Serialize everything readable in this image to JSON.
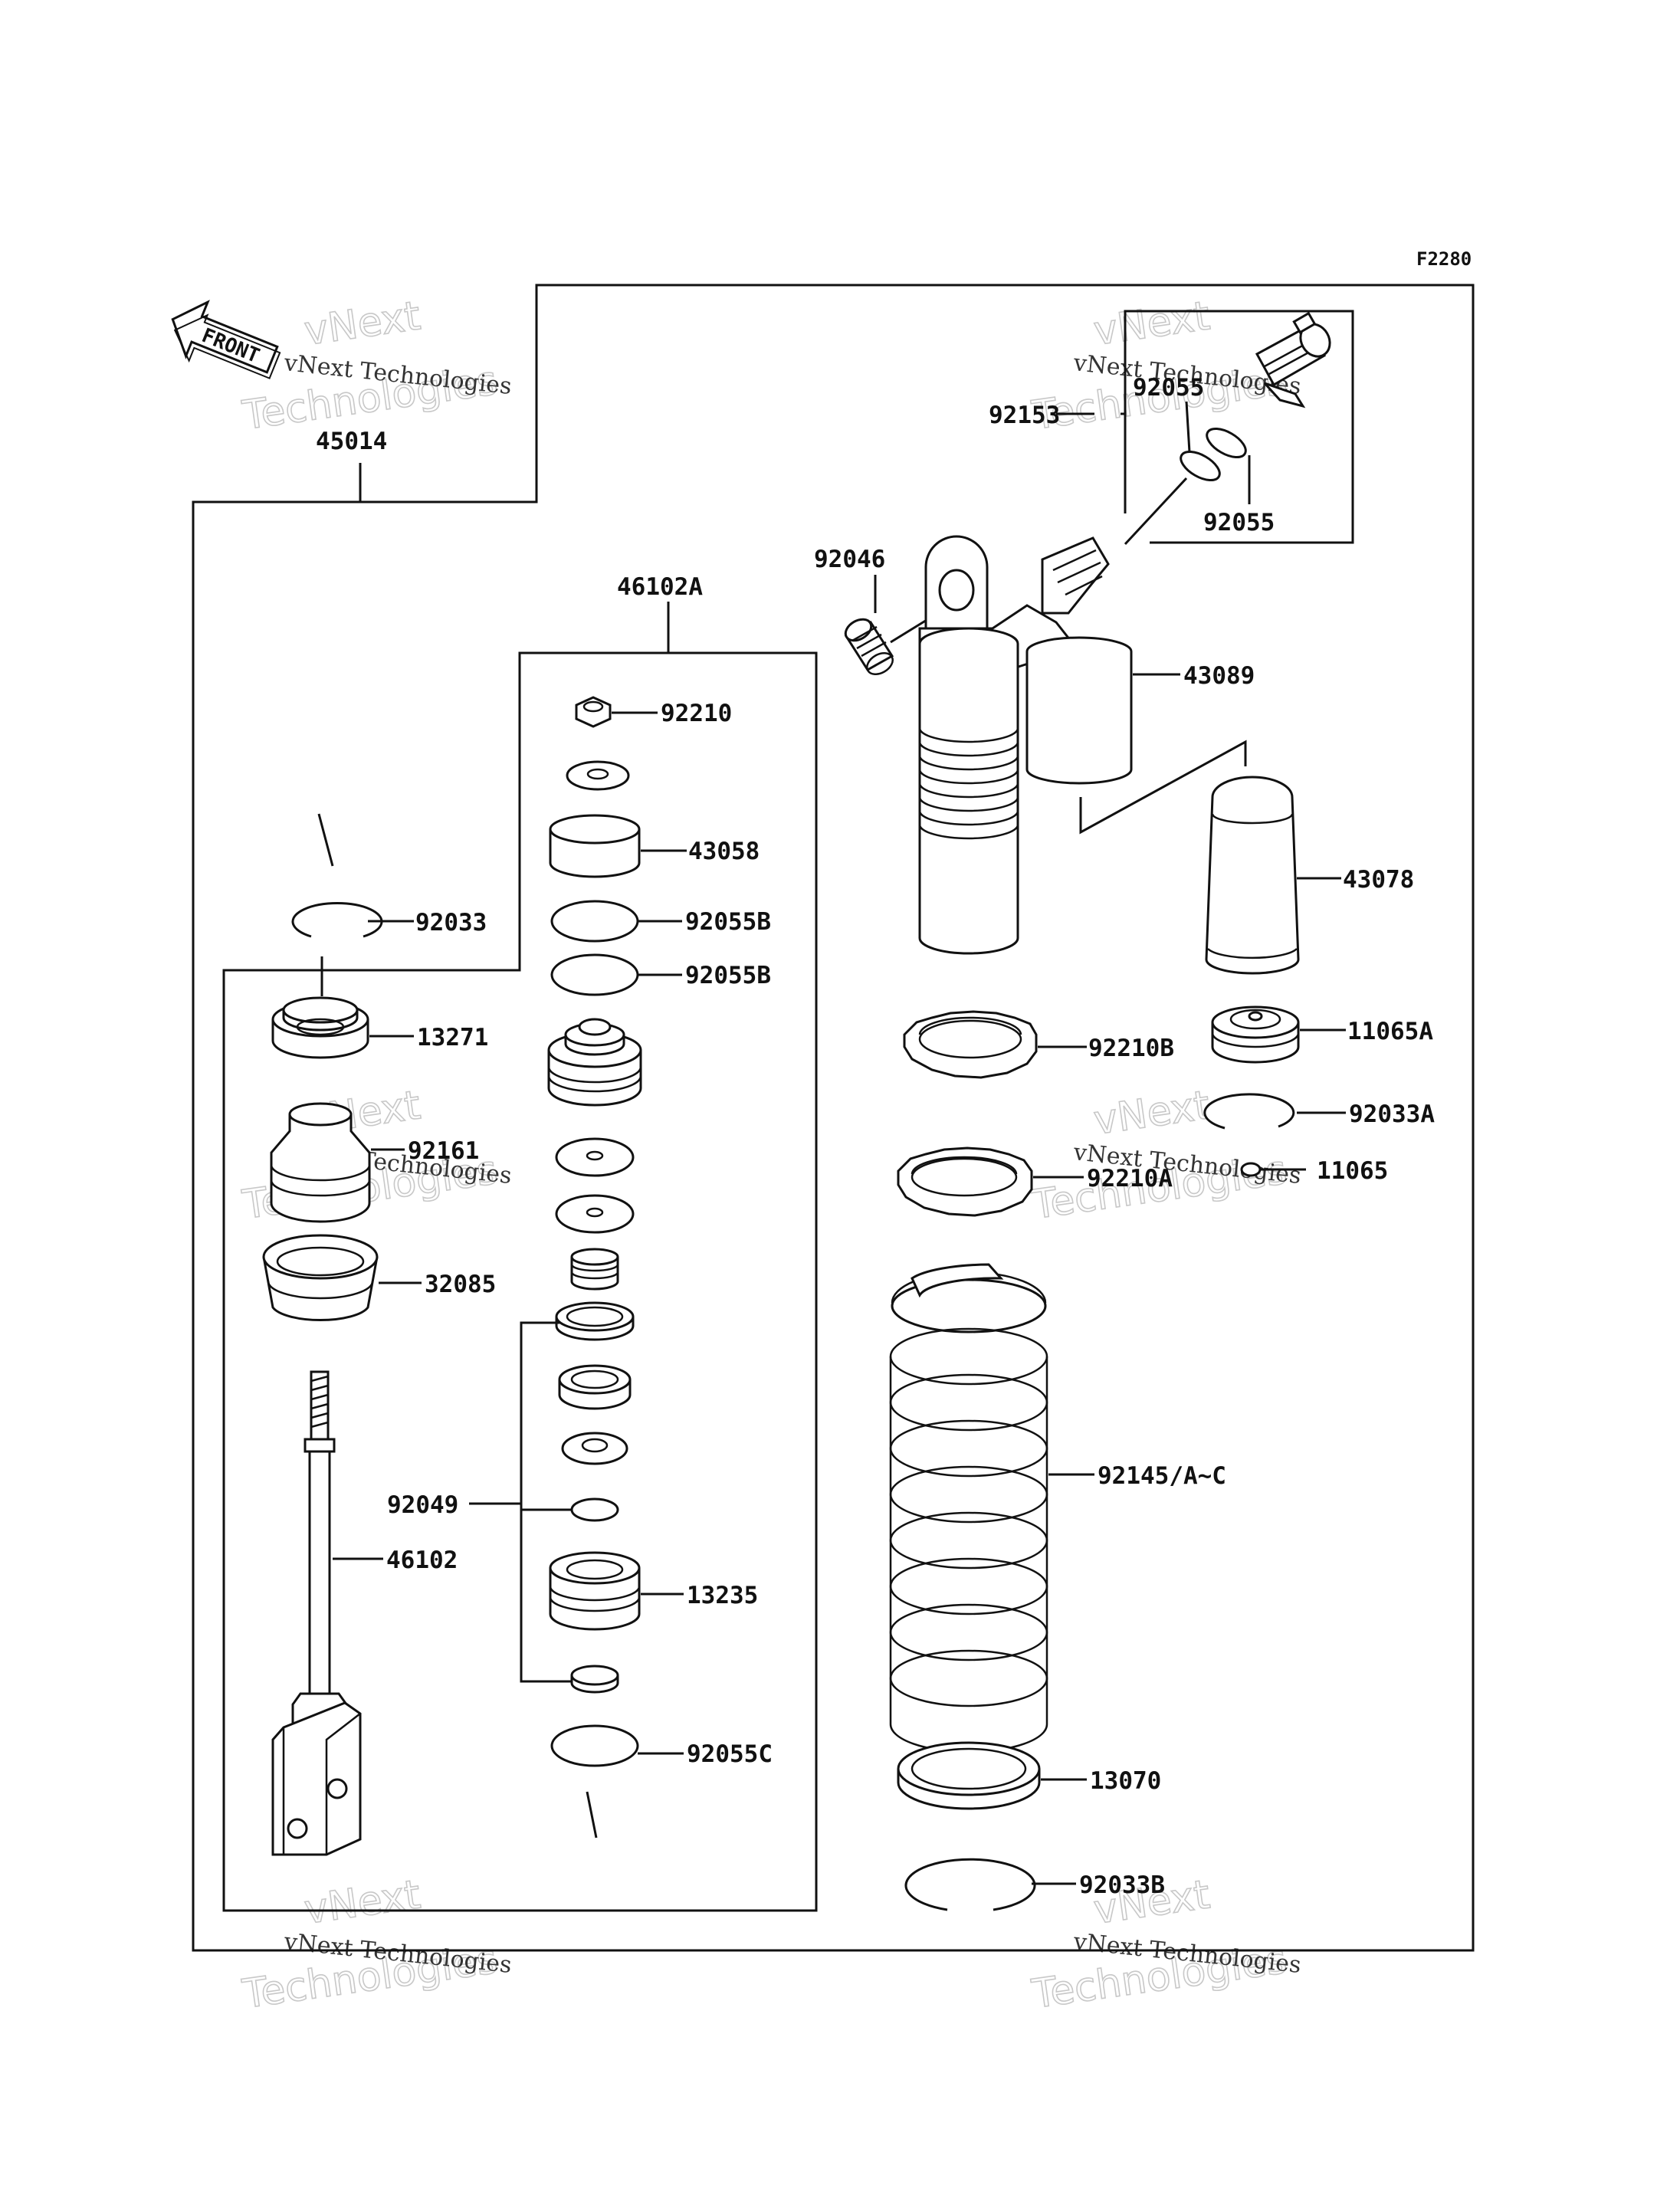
{
  "diagram_code": "F2280",
  "front_label": "FRONT",
  "watermark": {
    "line1": "vNext Technologies",
    "line2": "Technologies",
    "line3": "vNext"
  },
  "labels": {
    "p45014": "45014",
    "p46102A": "46102A",
    "p92210": "92210",
    "p43058": "43058",
    "p92033": "92033",
    "p92055B_1": "92055B",
    "p92055B_2": "92055B",
    "p13271": "13271",
    "p92161": "92161",
    "p32085": "32085",
    "p92049": "92049",
    "p46102": "46102",
    "p13235": "13235",
    "p92055C": "92055C",
    "p92153": "92153",
    "p92055_top": "92055",
    "p92055": "92055",
    "p92046": "92046",
    "p43089": "43089",
    "p43078": "43078",
    "p92210B": "92210B",
    "p11065A": "11065A",
    "p92033A": "92033A",
    "p92210A": "92210A",
    "p11065": "11065",
    "p92145": "92145/A~C",
    "p13070": "13070",
    "p92033B": "92033B"
  }
}
